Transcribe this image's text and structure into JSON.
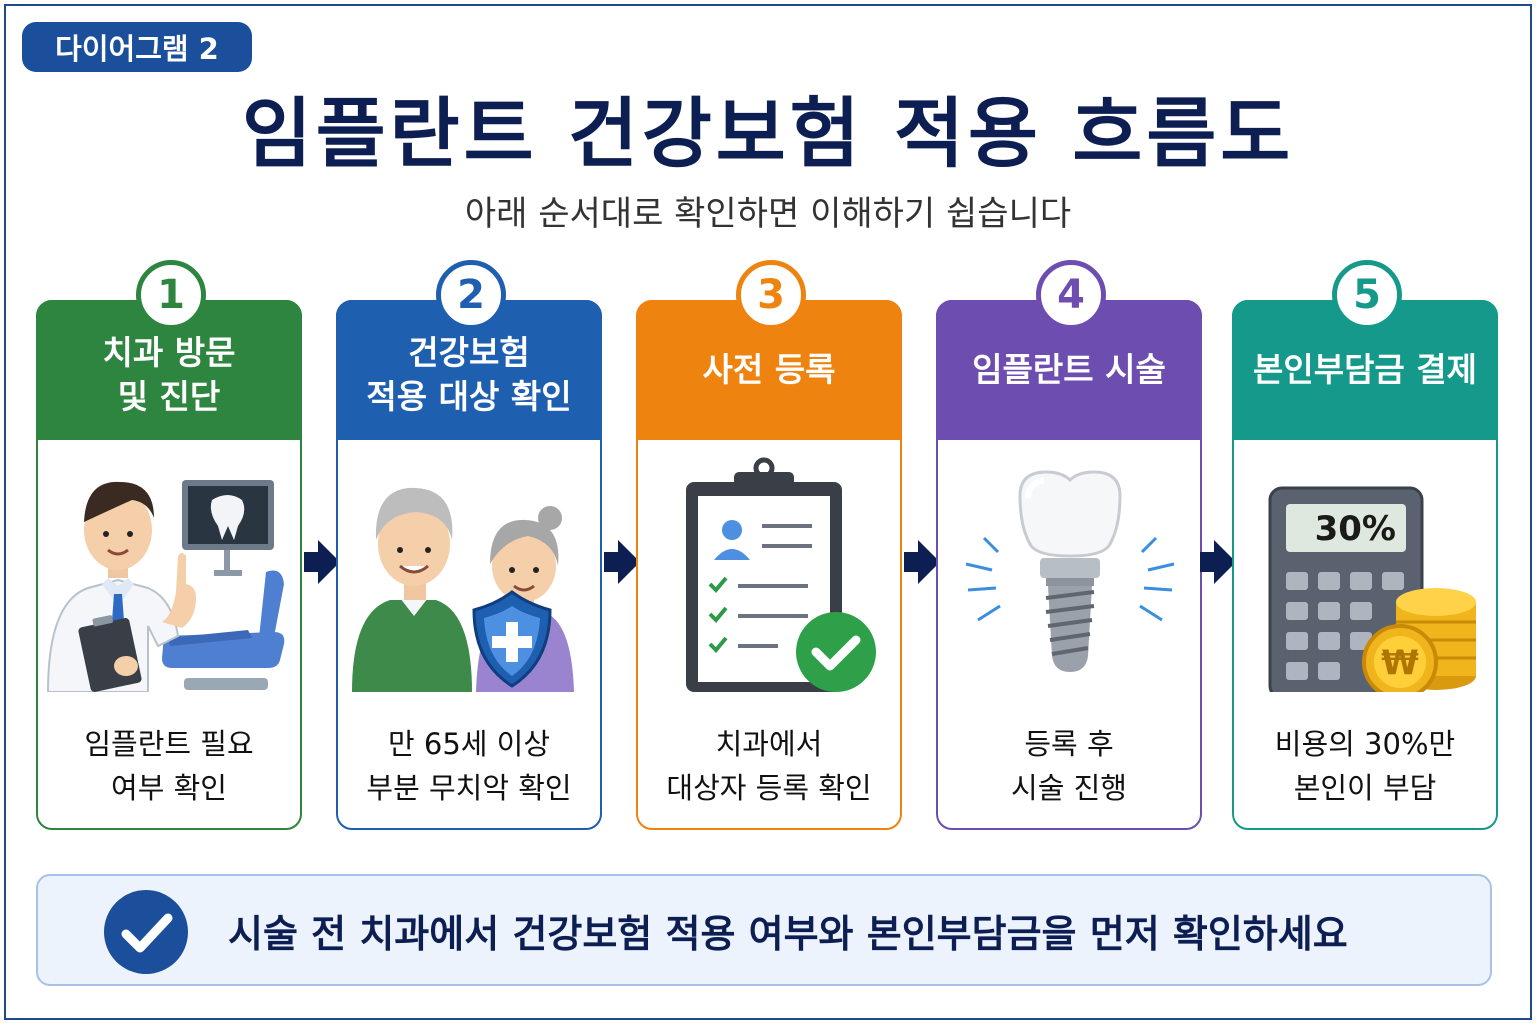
{
  "badge": "다이어그램 2",
  "title": "임플란트 건강보험 적용 흐름도",
  "subtitle": "아래 순서대로 확인하면 이해하기 쉽습니다",
  "steps": [
    {
      "number": "1",
      "title_lines": [
        "치과 방문",
        "및 진단"
      ],
      "desc_lines": [
        "임플란트 필요",
        "여부 확인"
      ],
      "color": "#2e8540",
      "icon": "dentist-icon"
    },
    {
      "number": "2",
      "title_lines": [
        "건강보험",
        "적용 대상 확인"
      ],
      "desc_lines": [
        "만 65세 이상",
        "부분 무치악 확인"
      ],
      "color": "#1e5fb0",
      "icon": "elderly-couple-icon"
    },
    {
      "number": "3",
      "title_lines": [
        "사전 등록",
        ""
      ],
      "desc_lines": [
        "치과에서",
        "대상자 등록 확인"
      ],
      "color": "#ee8310",
      "icon": "clipboard-icon"
    },
    {
      "number": "4",
      "title_lines": [
        "임플란트 시술",
        ""
      ],
      "desc_lines": [
        "등록 후",
        "시술 진행"
      ],
      "color": "#6d4eb0",
      "icon": "implant-icon"
    },
    {
      "number": "5",
      "title_lines": [
        "본인부담금 결제",
        ""
      ],
      "desc_lines": [
        "비용의 30%만",
        "본인이 부담"
      ],
      "color": "#14998a",
      "icon": "calculator-icon"
    }
  ],
  "calculator_display": "30%",
  "coin_symbol": "₩",
  "notice": "시술 전 치과에서 건강보험 적용 여부와 본인부담금을 먼저 확인하세요"
}
